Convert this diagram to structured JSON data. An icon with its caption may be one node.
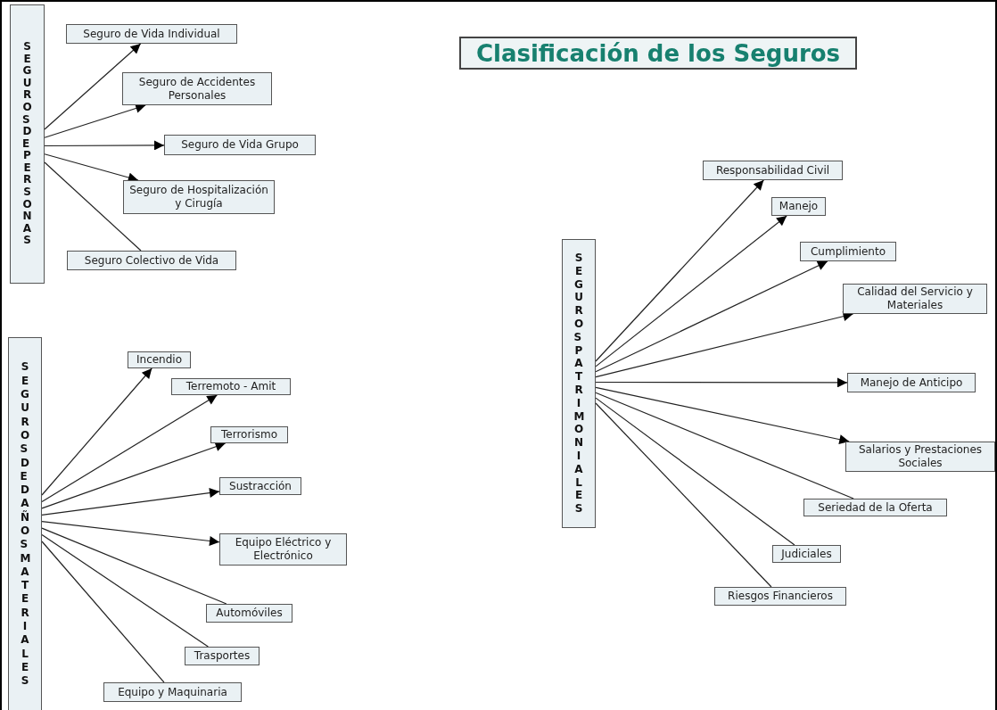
{
  "diagram": {
    "title": "Clasificación de los Seguros",
    "nodes": [
      {
        "text": [
          "SEGUROS DE PERSONAS"
        ]
      },
      {
        "text": [
          "Seguro de Vida Individual"
        ]
      },
      {
        "text": [
          "Seguro de Accidentes Personales"
        ]
      },
      {
        "text": [
          "Seguro de Vida Grupo"
        ]
      },
      {
        "text": [
          "Seguro de Hospitalización y Cirugía"
        ]
      },
      {
        "text": [
          "Seguro Colectivo de Vida"
        ]
      },
      {
        "text": [
          "SEGUROS DE DAÑOS MATERIALES"
        ]
      },
      {
        "text": [
          "Incendio"
        ]
      },
      {
        "text": [
          "Terremoto - Amit"
        ]
      },
      {
        "text": [
          "Terrorismo"
        ]
      },
      {
        "text": [
          "Sustracción"
        ]
      },
      {
        "text": [
          "Equipo Eléctrico y Electrónico"
        ]
      },
      {
        "text": [
          "Automóviles"
        ]
      },
      {
        "text": [
          "Trasportes"
        ]
      },
      {
        "text": [
          "Equipo y Maquinaria"
        ]
      },
      {
        "text": [
          "SEGUROS PATRIMONIALES"
        ]
      },
      {
        "text": [
          "Responsabilidad Civil"
        ]
      },
      {
        "text": [
          "Manejo"
        ]
      },
      {
        "text": [
          "Cumplimiento"
        ]
      },
      {
        "text": [
          "Calidad del Servicio y Materiales"
        ]
      },
      {
        "text": [
          "Manejo de Anticipo"
        ]
      },
      {
        "text": [
          "Salarios y Prestaciones Sociales"
        ]
      },
      {
        "text": [
          "Seriedad de la Oferta"
        ]
      },
      {
        "text": [
          "Judiciales"
        ]
      },
      {
        "text": [
          "Riesgos Financieros"
        ]
      }
    ],
    "edges": [
      {
        "from": 0,
        "to": 1,
        "arrow": "to"
      },
      {
        "from": 0,
        "to": 2,
        "arrow": "to"
      },
      {
        "from": 0,
        "to": 3,
        "arrow": "to"
      },
      {
        "from": 0,
        "to": 4,
        "arrow": "to"
      },
      {
        "from": 0,
        "to": 5,
        "arrow": "none"
      },
      {
        "from": 6,
        "to": 7,
        "arrow": "to"
      },
      {
        "from": 6,
        "to": 8,
        "arrow": "to"
      },
      {
        "from": 6,
        "to": 9,
        "arrow": "to"
      },
      {
        "from": 6,
        "to": 10,
        "arrow": "to"
      },
      {
        "from": 6,
        "to": 11,
        "arrow": "to"
      },
      {
        "from": 6,
        "to": 12,
        "arrow": "none"
      },
      {
        "from": 6,
        "to": 13,
        "arrow": "none"
      },
      {
        "from": 6,
        "to": 14,
        "arrow": "none"
      },
      {
        "from": 15,
        "to": 16,
        "arrow": "to"
      },
      {
        "from": 15,
        "to": 17,
        "arrow": "to"
      },
      {
        "from": 15,
        "to": 18,
        "arrow": "to"
      },
      {
        "from": 15,
        "to": 19,
        "arrow": "to"
      },
      {
        "from": 15,
        "to": 20,
        "arrow": "to"
      },
      {
        "from": 15,
        "to": 21,
        "arrow": "to"
      },
      {
        "from": 15,
        "to": 22,
        "arrow": "none"
      },
      {
        "from": 15,
        "to": 23,
        "arrow": "none"
      },
      {
        "from": 15,
        "to": 24,
        "arrow": "none"
      }
    ]
  }
}
